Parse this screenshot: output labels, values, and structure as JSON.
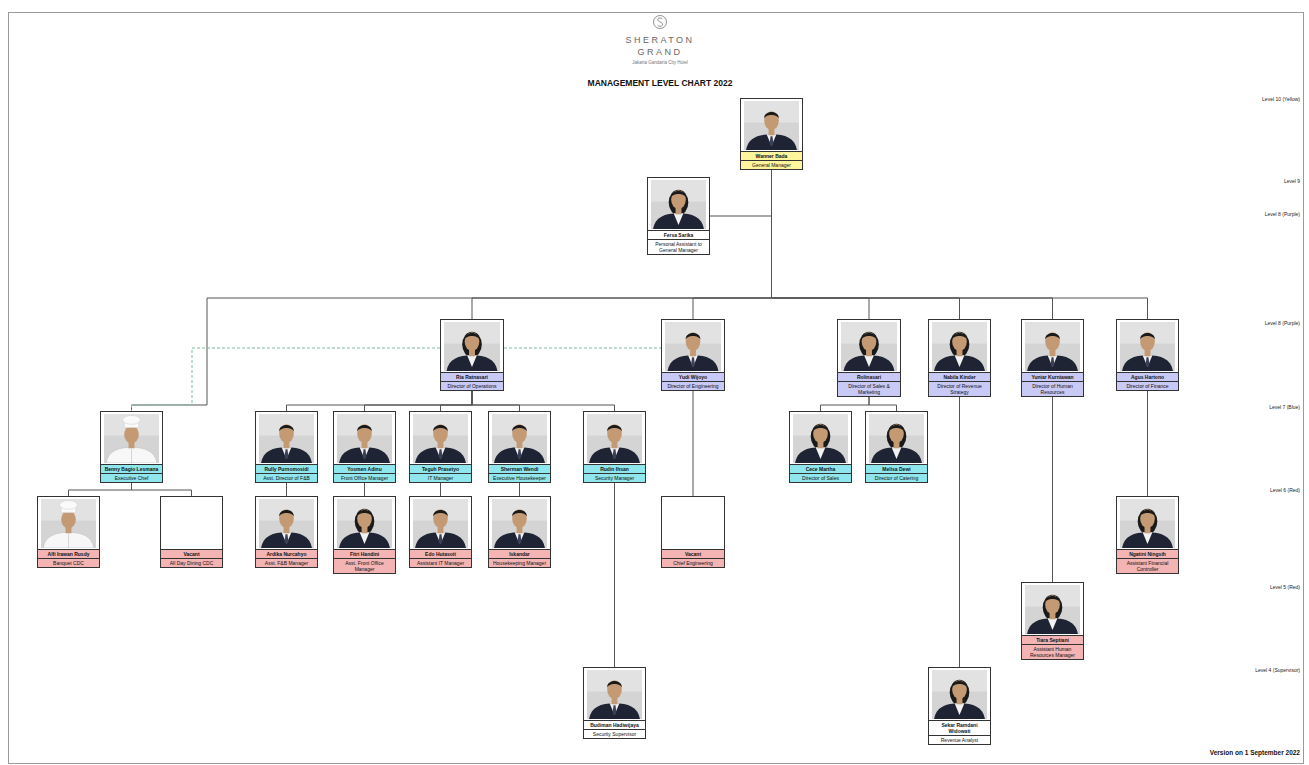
{
  "diagram": {
    "title": "MANAGEMENT LEVEL CHART 2022",
    "nodes": [
      {
        "text": [
          "Wanner Bada",
          "General Manager"
        ]
      },
      {
        "text": [
          "Fersa Sarika",
          "Personal Assistant to General Manager"
        ]
      },
      {
        "text": [
          "Ria Ratnasari",
          "Director of Operations"
        ]
      },
      {
        "text": [
          "Yudi Wijoyo",
          "Director of Engineering"
        ]
      },
      {
        "text": [
          "Rolinasari",
          "Director of Sales & Marketing"
        ]
      },
      {
        "text": [
          "Nabila Kinder",
          "Director of Revenue Strategy"
        ]
      },
      {
        "text": [
          "Yuniar Kurniawan",
          "Director of Human Resources"
        ]
      },
      {
        "text": [
          "Agus Hartono",
          "Director of Finance"
        ]
      },
      {
        "text": [
          "Benny Bagio Lesmana",
          "Executive Chef"
        ]
      },
      {
        "text": [
          "Rully Purnomosidi",
          "Asst. Director of F&B"
        ]
      },
      {
        "text": [
          "Yosmen Adinu",
          "Front Office Manager"
        ]
      },
      {
        "text": [
          "Teguh Prasetyo",
          "IT Manager"
        ]
      },
      {
        "text": [
          "Sherman Wendi",
          "Executive Housekeeper"
        ]
      },
      {
        "text": [
          "Rudin Ihsan",
          "Security Manager"
        ]
      },
      {
        "text": [
          "Cece Martha",
          "Director of Sales"
        ]
      },
      {
        "text": [
          "Melisa Dewi",
          "Director of Catering"
        ]
      },
      {
        "text": [
          "Alfi Irawan Rusdy",
          "Banquet CDC"
        ]
      },
      {
        "text": [
          "Vacant",
          "All Day Dining CDC"
        ]
      },
      {
        "text": [
          "Ardika Nurcahyo",
          "Asst. F&B Manager"
        ]
      },
      {
        "text": [
          "Fitri Handini",
          "Asst. Front Office Manager"
        ]
      },
      {
        "text": [
          "Edo Hutasoit",
          "Assistant IT Manager"
        ]
      },
      {
        "text": [
          "Iskandar",
          "Housekeeping Manager"
        ]
      },
      {
        "text": [
          "Vacant",
          "Chief Engineering"
        ]
      },
      {
        "text": [
          "Ngatini Ningsih",
          "Assistant Financial Controller"
        ]
      },
      {
        "text": [
          "Tiara Septiani",
          "Assistant Human Resources Manager"
        ]
      },
      {
        "text": [
          "Budiman Hadiwijaya",
          "Security Supervisor"
        ]
      },
      {
        "text": [
          "Sekar Ramdani Widowati",
          "Revenue Analyst"
        ]
      }
    ],
    "edges": [
      {
        "from": 0,
        "to": 1,
        "arrow": "none"
      },
      {
        "from": 0,
        "to": 2,
        "arrow": "none"
      },
      {
        "from": 0,
        "to": 3,
        "arrow": "none"
      },
      {
        "from": 0,
        "to": 4,
        "arrow": "none"
      },
      {
        "from": 0,
        "to": 5,
        "arrow": "none"
      },
      {
        "from": 0,
        "to": 6,
        "arrow": "none"
      },
      {
        "from": 0,
        "to": 7,
        "arrow": "none"
      },
      {
        "from": 0,
        "to": 8,
        "arrow": "none"
      },
      {
        "from": 2,
        "to": 9,
        "arrow": "none"
      },
      {
        "from": 2,
        "to": 10,
        "arrow": "none"
      },
      {
        "from": 2,
        "to": 11,
        "arrow": "none"
      },
      {
        "from": 2,
        "to": 12,
        "arrow": "none"
      },
      {
        "from": 2,
        "to": 13,
        "arrow": "none"
      },
      {
        "from": 4,
        "to": 14,
        "arrow": "none"
      },
      {
        "from": 4,
        "to": 15,
        "arrow": "none"
      },
      {
        "from": 8,
        "to": 16,
        "arrow": "none"
      },
      {
        "from": 8,
        "to": 17,
        "arrow": "none"
      },
      {
        "from": 9,
        "to": 18,
        "arrow": "none"
      },
      {
        "from": 10,
        "to": 19,
        "arrow": "none"
      },
      {
        "from": 11,
        "to": 20,
        "arrow": "none"
      },
      {
        "from": 12,
        "to": 21,
        "arrow": "none"
      },
      {
        "from": 3,
        "to": 22,
        "arrow": "none"
      },
      {
        "from": 7,
        "to": 23,
        "arrow": "none"
      },
      {
        "from": 6,
        "to": 24,
        "arrow": "none"
      },
      {
        "from": 13,
        "to": 25,
        "arrow": "none"
      },
      {
        "from": 5,
        "to": 26,
        "arrow": "none"
      },
      {
        "from": 2,
        "to": 8,
        "arrow": "none"
      },
      {
        "from": 2,
        "to": 3,
        "arrow": "none"
      }
    ],
    "labels": [
      "SHERATON",
      "GRAND",
      "Jakarta Gandaria City Hotel",
      "Level 10 (Yellow)",
      "Level 9",
      "Level 8 (Purple)",
      "Level 8 (Purple)",
      "Level 7 (Blue)",
      "Level 6 (Red)",
      "Level 5 (Red)",
      "Level 4 (Supervisor)",
      "Version on 1 September 2022"
    ]
  }
}
